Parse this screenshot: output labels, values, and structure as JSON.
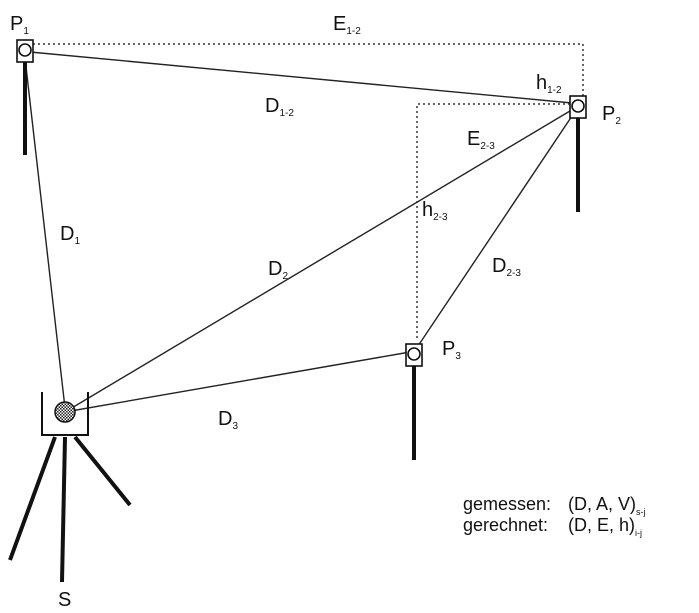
{
  "points": {
    "P1": {
      "main": "P",
      "sub": "1"
    },
    "P2": {
      "main": "P",
      "sub": "2"
    },
    "P3": {
      "main": "P",
      "sub": "3"
    },
    "S": {
      "main": "S"
    }
  },
  "segments": {
    "D1": {
      "main": "D",
      "sub": "1"
    },
    "D2": {
      "main": "D",
      "sub": "2"
    },
    "D3": {
      "main": "D",
      "sub": "3"
    },
    "D12": {
      "main": "D",
      "sub": "1-2"
    },
    "D23": {
      "main": "D",
      "sub": "2-3"
    },
    "E12": {
      "main": "E",
      "sub": "1-2"
    },
    "E23": {
      "main": "E",
      "sub": "2-3"
    },
    "h12": {
      "main": "h",
      "sub": "1-2"
    },
    "h23": {
      "main": "h",
      "sub": "2-3"
    }
  },
  "legend": {
    "measured_label": "gemessen:",
    "measured_value": "(D, A, V)",
    "measured_sub": "s-j",
    "computed_label": "gerechnet:",
    "computed_value": "(D, E, h)",
    "computed_sub": "i-j"
  }
}
